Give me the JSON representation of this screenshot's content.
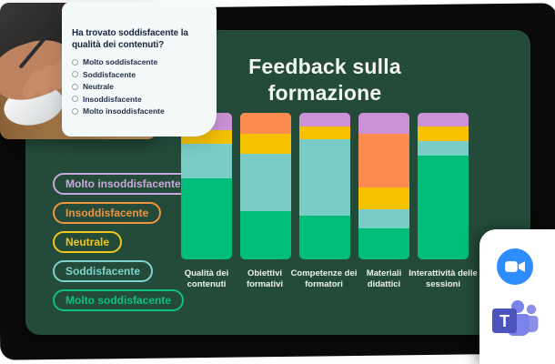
{
  "survey_card": {
    "question_lines": [
      "Ha trovato soddisfacente la",
      "qualità dei contenuti?"
    ],
    "options": [
      "Molto soddisfacente",
      "Soddisfacente",
      "Neutrale",
      "Insoddisfacente",
      "Molto insoddisfacente"
    ]
  },
  "chart_panel": {
    "title_lines": [
      "Feedback sulla",
      "formazione"
    ]
  },
  "legend": {
    "items": [
      {
        "label": "Molto insoddisfacente",
        "color": "#c9aadc"
      },
      {
        "label": "Insoddisfacente",
        "color": "#ef9440"
      },
      {
        "label": "Neutrale",
        "color": "#f1c61d"
      },
      {
        "label": "Soddisfacente",
        "color": "#7fd2cc"
      },
      {
        "label": "Molto soddisfacente",
        "color": "#10c07f"
      }
    ]
  },
  "chart_data": {
    "type": "bar",
    "stacked": true,
    "title": "Feedback sulla formazione",
    "categories": [
      "Qualità dei contenuti",
      "Obiettivi formativi",
      "Competenze dei formatori",
      "Materiali didattici",
      "Interattività delle sessioni"
    ],
    "unit": "percent_of_bar_height",
    "ylim": [
      0,
      100
    ],
    "legend_position": "left",
    "series": [
      {
        "name": "Molto soddisfacente",
        "color": "#00bd7a",
        "values": [
          55,
          33,
          30,
          21,
          71
        ]
      },
      {
        "name": "Soddisfacente",
        "color": "#7acdc7",
        "values": [
          24,
          39,
          52,
          13,
          10
        ]
      },
      {
        "name": "Neutrale",
        "color": "#f6c200",
        "values": [
          9,
          14,
          9,
          15,
          10
        ]
      },
      {
        "name": "Insoddisfacente",
        "color": "#fa8c50",
        "values": [
          0,
          14,
          0,
          37,
          0
        ]
      },
      {
        "name": "Molto insoddisfacente",
        "color": "#cb92d5",
        "values": [
          12,
          0,
          9,
          14,
          9
        ]
      }
    ]
  },
  "integrations": {
    "apps": [
      {
        "name": "Zoom",
        "color": "#2d8cff"
      },
      {
        "name": "Microsoft Teams",
        "color": "#4b53bc"
      }
    ]
  }
}
